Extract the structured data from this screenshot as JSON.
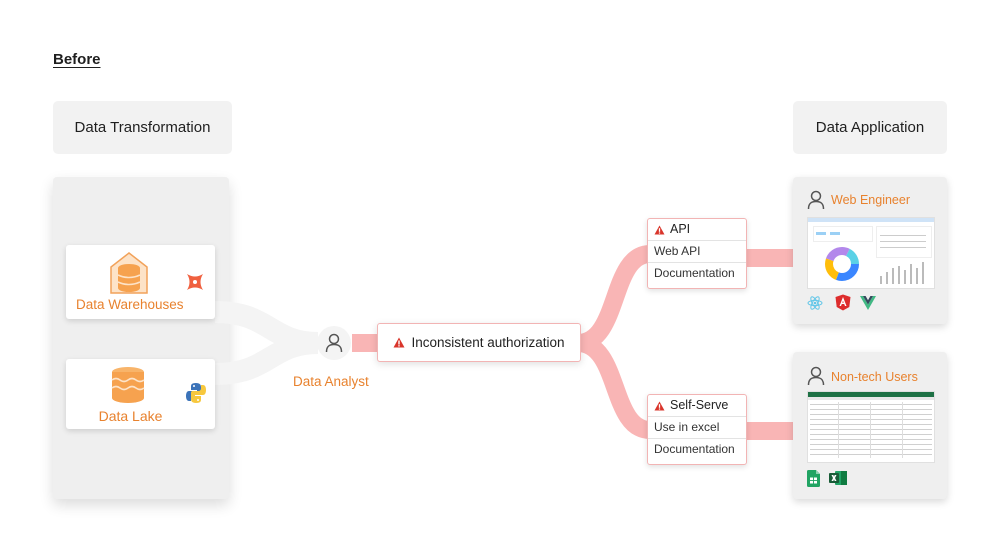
{
  "heading": "Before",
  "columns": {
    "left_title": "Data Transformation",
    "right_title": "Data Application"
  },
  "sources": [
    {
      "label": "Data Warehouses",
      "icon": "database-icon",
      "tool_icon": "dbt-icon"
    },
    {
      "label": "Data Lake",
      "icon": "data-lake-icon",
      "tool_icon": "python-icon"
    }
  ],
  "analyst": {
    "label": "Data Analyst",
    "icon": "user-icon"
  },
  "issue": {
    "label": "Inconsistent authorization",
    "icon": "warning-icon"
  },
  "channels": [
    {
      "title": "API",
      "rows": [
        "Web API",
        "Documentation"
      ]
    },
    {
      "title": "Self-Serve",
      "rows": [
        "Use in excel",
        "Documentation"
      ]
    }
  ],
  "consumers": [
    {
      "label": "Web Engineer",
      "icons": [
        "react-icon",
        "angular-icon",
        "vue-icon"
      ]
    },
    {
      "label": "Non-tech Users",
      "icons": [
        "google-sheets-icon",
        "excel-icon"
      ]
    }
  ],
  "colors": {
    "accent": "#e8822e",
    "flow": "#f9b5b5",
    "warning": "#d9352b"
  }
}
